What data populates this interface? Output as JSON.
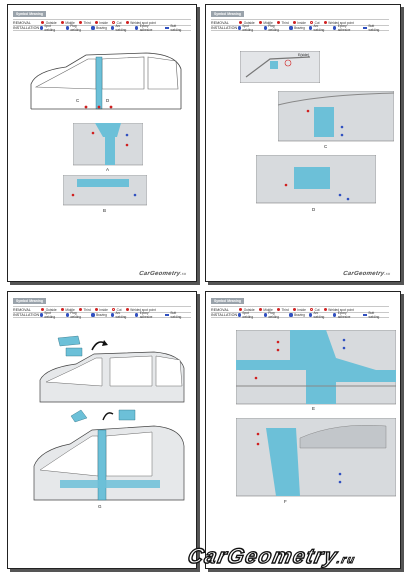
{
  "legend": {
    "title": "Symbol Meaning",
    "removal_label": "REMOVAL",
    "installation_label": "INSTALLATION",
    "removal_items": [
      "Outside",
      "Middle",
      "Third",
      "Inside",
      "Cut",
      "Welded spot point"
    ],
    "installation_items": [
      "Spot welding",
      "Plug welding",
      "Brazing",
      "Arc welding",
      "Epoxy adhesive",
      "Butt welding"
    ]
  },
  "watermarks": {
    "small": "CarGeometry",
    "small_suffix": ".ru",
    "large": "CarGeometry",
    "large_suffix": ".ru"
  },
  "views": {
    "p1_labels": [
      "A",
      "B",
      "C",
      "D"
    ],
    "p2_labels": [
      "C",
      "D"
    ],
    "p2_inset": "E(side)",
    "p3_labels": [
      "G"
    ],
    "p4_labels": [
      "E",
      "F"
    ]
  },
  "colors": {
    "part_highlight": "#6cc0d8",
    "weld_red": "#d02020",
    "weld_blue": "#3050c0",
    "body_gray": "#c9ccd0"
  }
}
